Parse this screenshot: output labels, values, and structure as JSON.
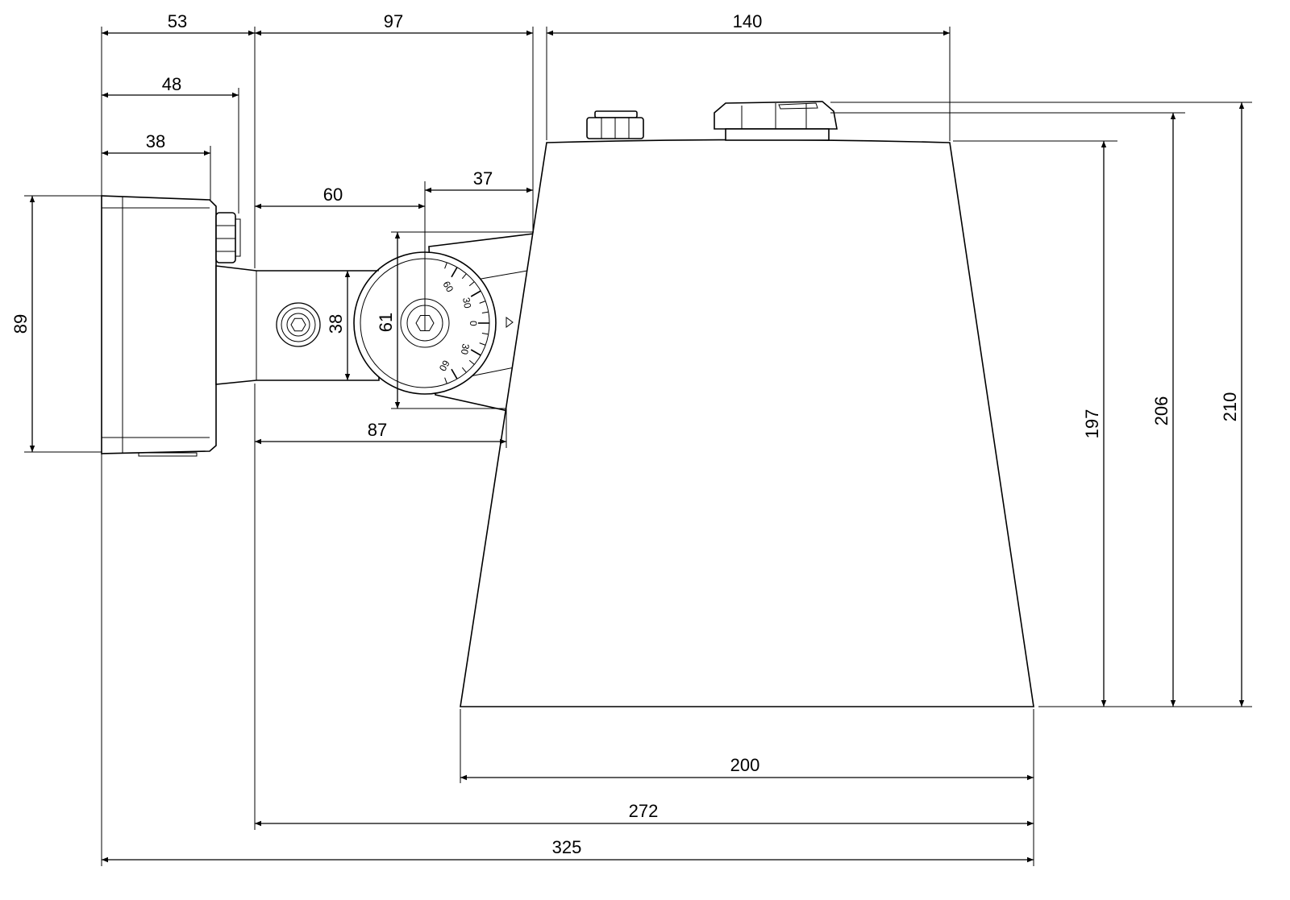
{
  "drawing": {
    "dimensions": {
      "top_53": "53",
      "top_97": "97",
      "top_140": "140",
      "top_48": "48",
      "top_38": "38",
      "arm_60": "60",
      "arm_37": "37",
      "left_89": "89",
      "arm_height_38": "38",
      "pivot_61": "61",
      "arm_87": "87",
      "right_197": "197",
      "right_206": "206",
      "right_210": "210",
      "bottom_200": "200",
      "bottom_272": "272",
      "bottom_325": "325"
    },
    "dial_scale": {
      "plus_60": "60",
      "plus_30": "30",
      "zero": "0",
      "minus_30": "30",
      "minus_60": "60"
    }
  }
}
